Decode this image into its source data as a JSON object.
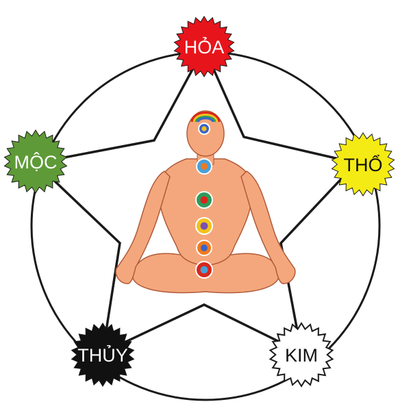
{
  "diagram": {
    "elements": [
      {
        "id": "hoa",
        "label": "HỎA",
        "fill": "#e8141b",
        "text_color": "#ffffff"
      },
      {
        "id": "tho",
        "label": "THỔ",
        "fill": "#f5eb14",
        "text_color": "#111111"
      },
      {
        "id": "kim",
        "label": "KIM",
        "fill": "#ffffff",
        "text_color": "#111111"
      },
      {
        "id": "thuy",
        "label": "THỦY",
        "fill": "#111111",
        "text_color": "#ffffff"
      },
      {
        "id": "moc",
        "label": "MỘC",
        "fill": "#5e9a37",
        "text_color": "#ffffff"
      }
    ],
    "line_color": "#1a1a1a",
    "figure": {
      "skin_color": "#f4a77c",
      "outline_color": "#b05a3a",
      "chakra_colors": [
        "#7b4fb0",
        "#3b64c8",
        "#4aa0d8",
        "#2e9b5a",
        "#f2c21b",
        "#f07a1e",
        "#d9261c"
      ]
    }
  }
}
